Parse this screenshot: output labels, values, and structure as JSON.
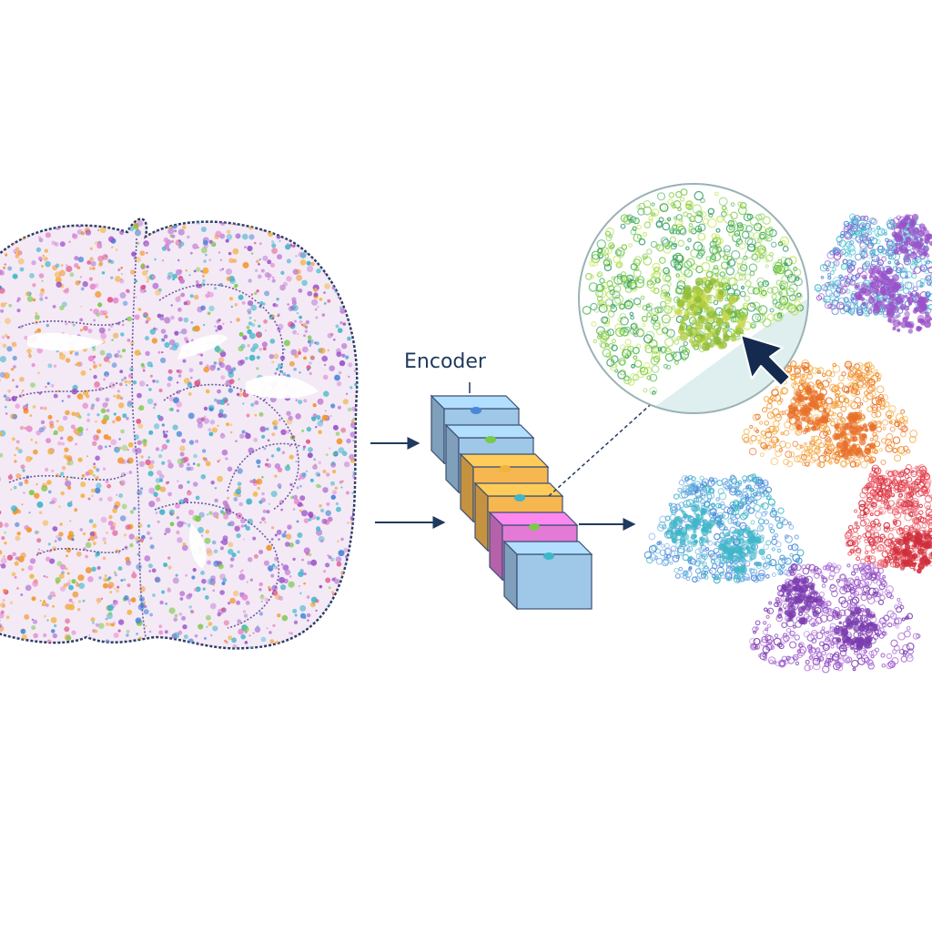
{
  "diagram": {
    "encoder_label": "Encoder",
    "colors": {
      "arrow": "#1f3a5f",
      "brain_outline": "#2d3e66",
      "brain_fold": "#6b5a9e",
      "block_blue": "#9fc7e8",
      "block_orange": "#f6b650",
      "block_pink": "#e27ad6",
      "cluster_teal": "#3fb6c9",
      "cluster_blue": "#4b86d8",
      "cluster_purple": "#9a52c9",
      "cluster_orange": "#f2962e",
      "cluster_red": "#e8404a",
      "cluster_green": "#7bc94b",
      "cursor": "#142a4f"
    },
    "brain_dot_palette": [
      "#9a52c9",
      "#c07fd6",
      "#e58bd2",
      "#3fb6c9",
      "#4b86d8",
      "#f2b33d",
      "#f2962e",
      "#7bc94b",
      "#e05a8a"
    ],
    "blocks": [
      {
        "color": "block_blue"
      },
      {
        "color": "block_blue"
      },
      {
        "color": "block_orange"
      },
      {
        "color": "block_orange"
      },
      {
        "color": "block_pink"
      },
      {
        "color": "block_blue"
      }
    ],
    "clusters": [
      {
        "name": "teal",
        "palette": [
          "#3fb6c9",
          "#6fd0dd",
          "#4b86d8",
          "#9a52c9"
        ]
      },
      {
        "name": "orange",
        "palette": [
          "#f2962e",
          "#f6b650",
          "#e8702a"
        ]
      },
      {
        "name": "red",
        "palette": [
          "#e8404a",
          "#f07b86",
          "#d02d3a"
        ]
      },
      {
        "name": "blue",
        "palette": [
          "#4b86d8",
          "#7fb0ea",
          "#3fb6c9"
        ]
      },
      {
        "name": "purple",
        "palette": [
          "#9a52c9",
          "#b97fe0",
          "#7a3cae"
        ]
      }
    ],
    "zoom_palette": [
      "#7bc94b",
      "#a6dc6c",
      "#4fb857",
      "#c7e85a",
      "#2f9a6a"
    ]
  }
}
